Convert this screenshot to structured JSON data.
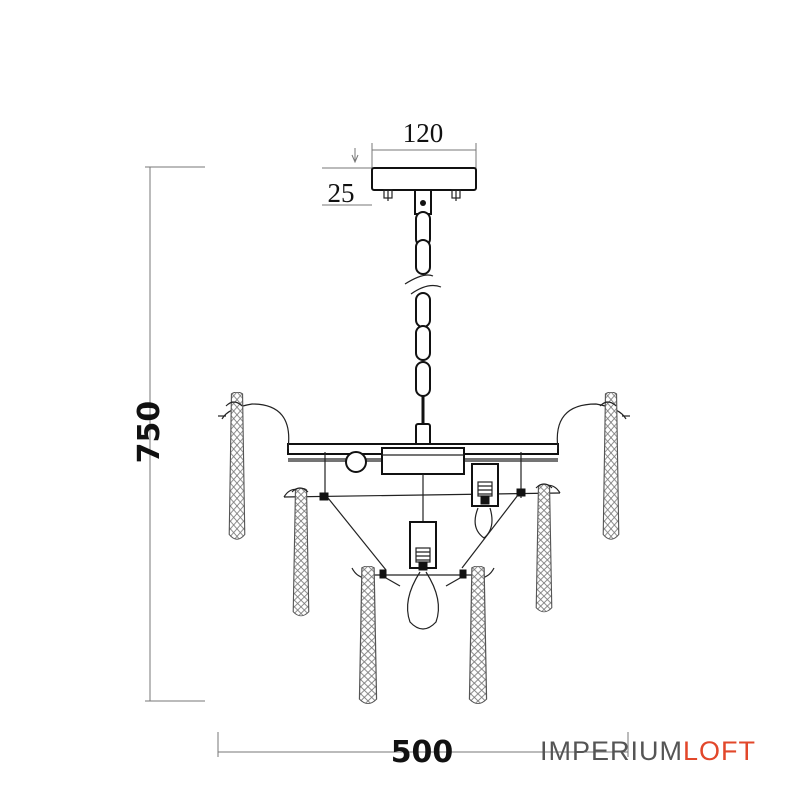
{
  "dimensions": {
    "canopy_width": "120",
    "canopy_height": "25",
    "total_height": "750",
    "total_width": "500"
  },
  "brand": {
    "part1": "IMPERIUM",
    "part2": "LOFT",
    "color1": "#555555",
    "color2": "#e2472a"
  }
}
